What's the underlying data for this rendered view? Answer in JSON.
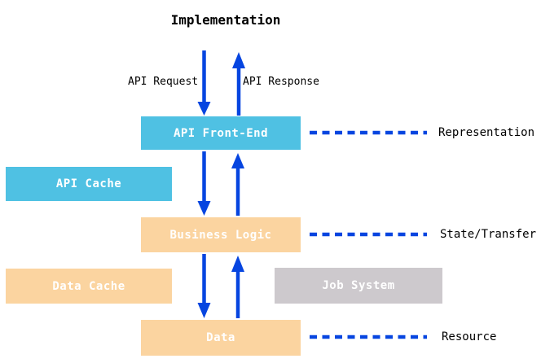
{
  "title": "Implementation",
  "flow_labels": {
    "request": "API Request",
    "response": "API Response"
  },
  "boxes": {
    "api_front_end": "API Front-End",
    "api_cache": "API Cache",
    "business_logic": "Business Logic",
    "data_cache": "Data Cache",
    "job_system": "Job System",
    "data": "Data"
  },
  "layer_labels": {
    "representation": "Representation",
    "state_transfer": "State/Transfer",
    "resource": "Resource"
  },
  "colors": {
    "cyan_box": "#4FC1E3",
    "orange_box": "#FBD4A0",
    "gray_box": "#CDC9CD",
    "arrow_blue": "#0645E0",
    "box_text": "#FFFFFF",
    "label_text": "#000000",
    "background": "#FFFFFF"
  }
}
